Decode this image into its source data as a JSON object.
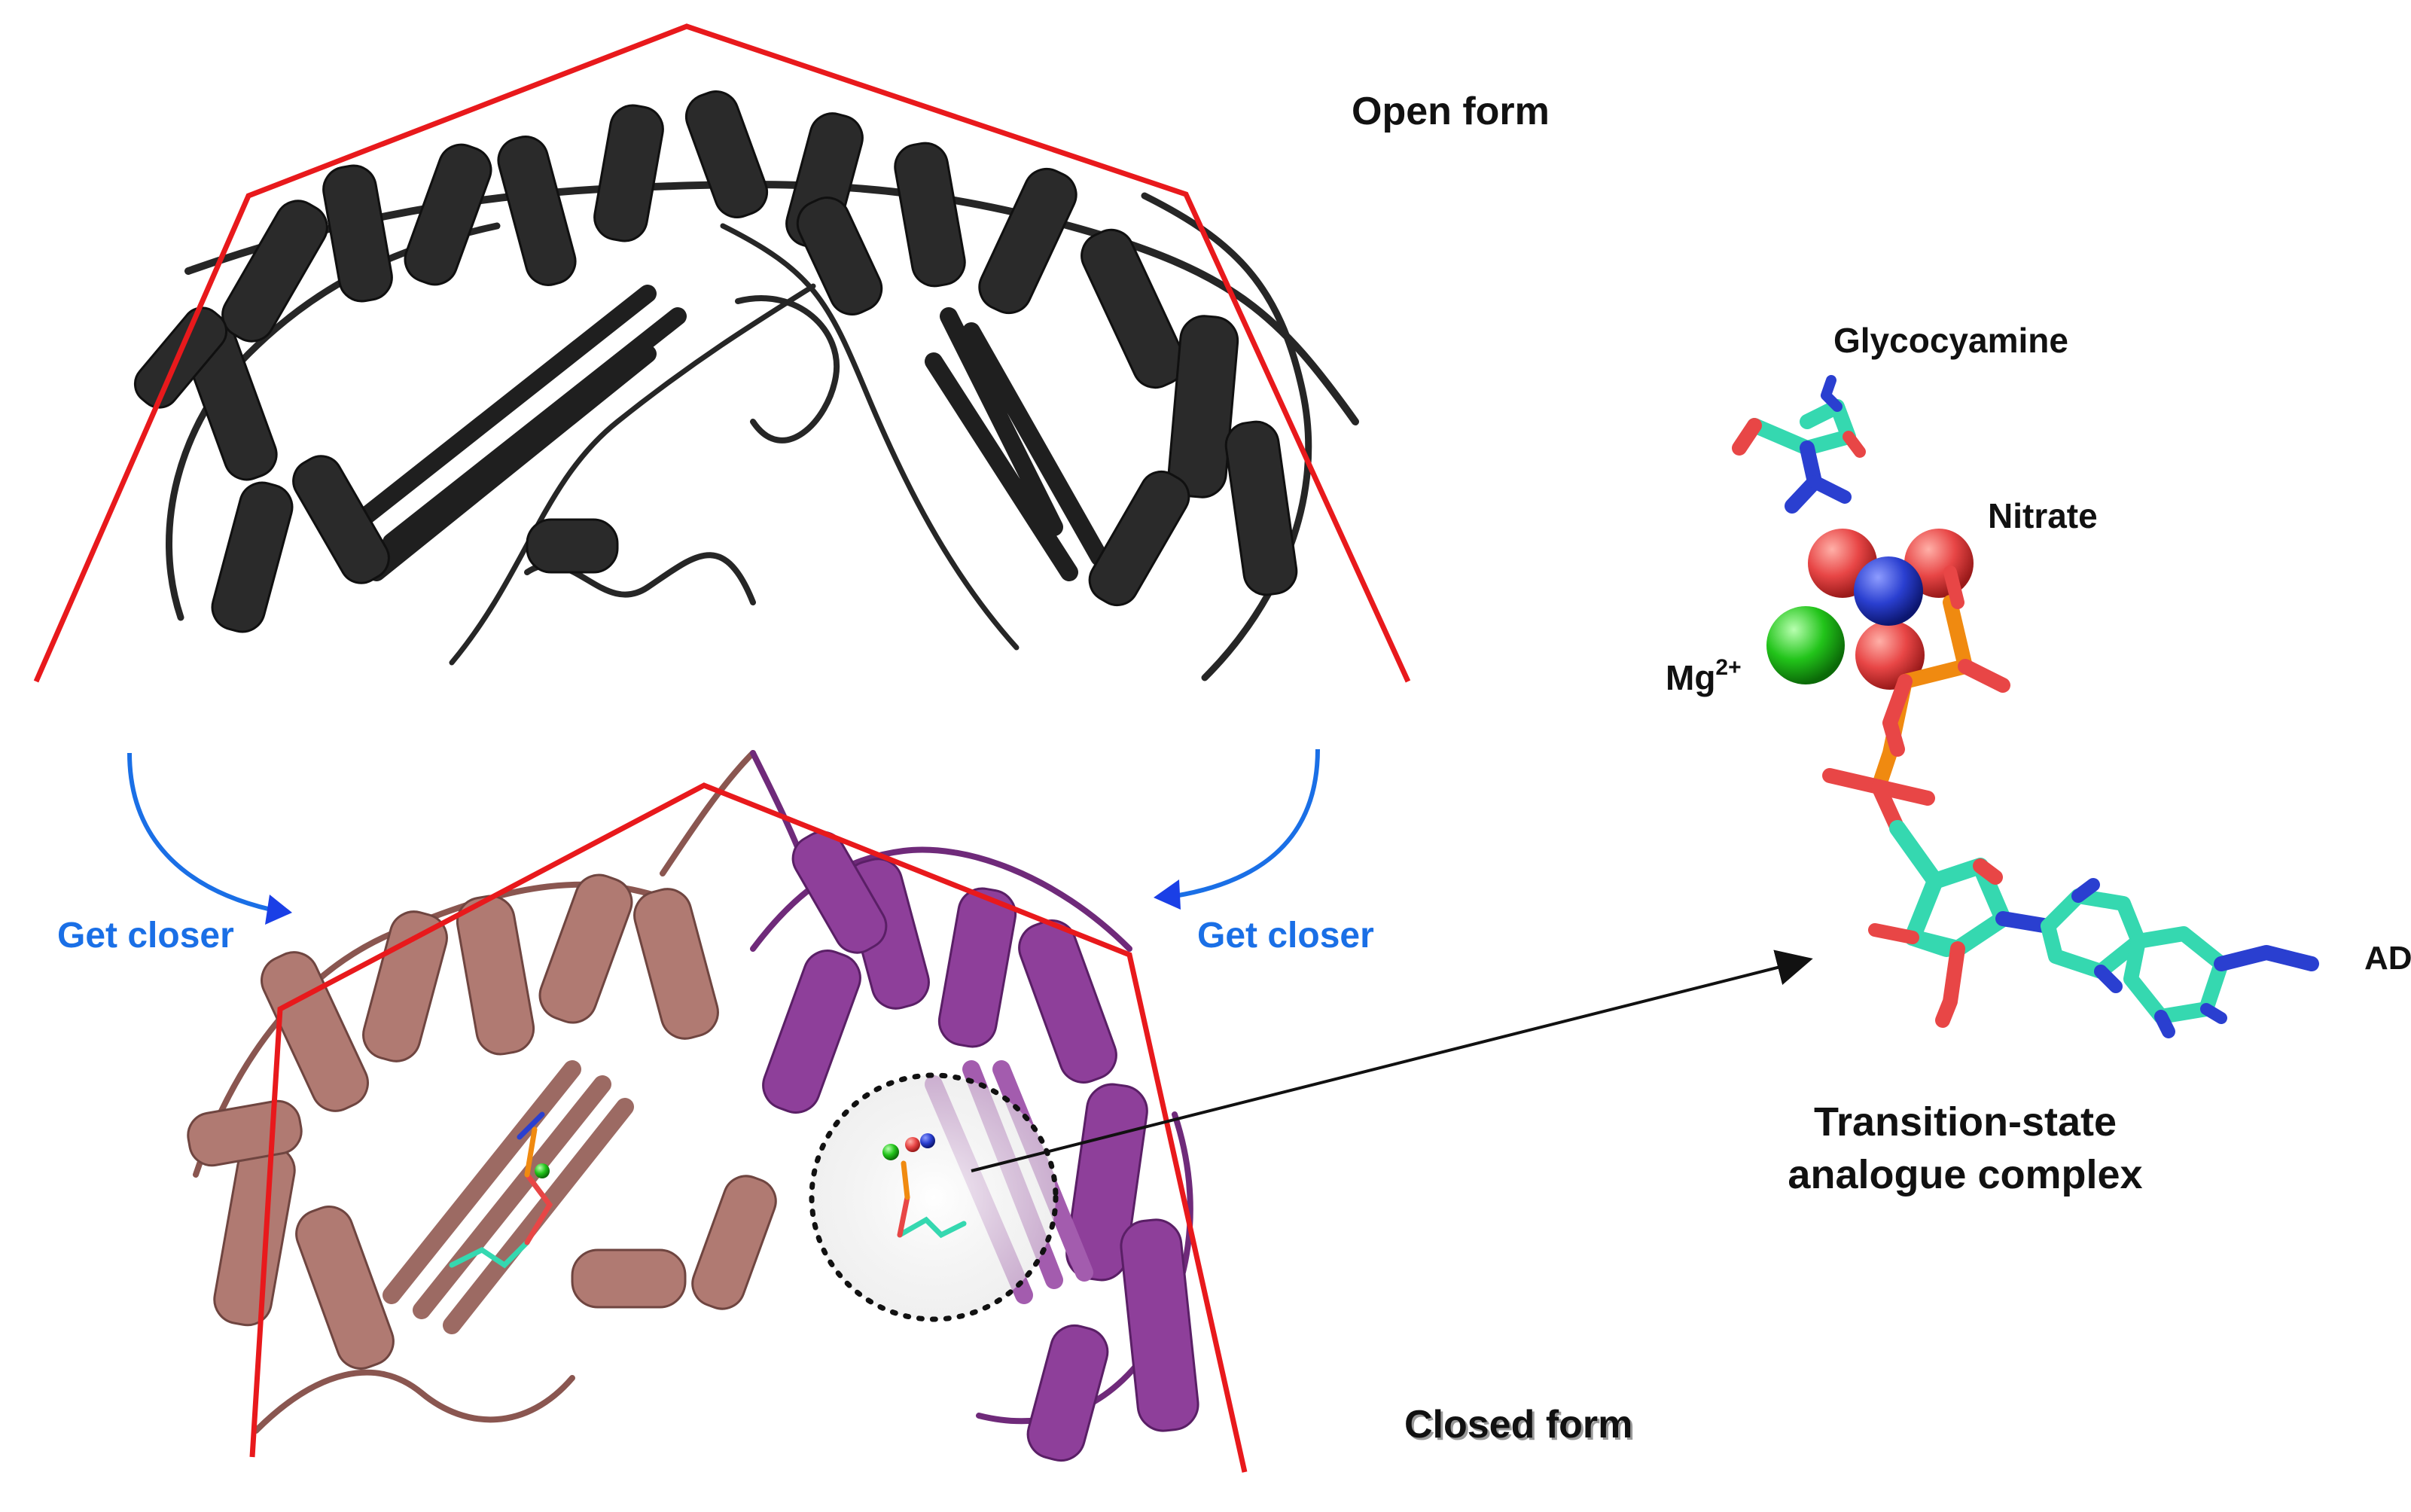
{
  "labels": {
    "open_form": "Open form",
    "closed_form": "Closed form",
    "get_closer_left": "Get closer",
    "get_closer_right": "Get closer",
    "glycocyamine": "Glycocyamine",
    "nitrate": "Nitrate",
    "mg_base": "Mg",
    "mg_charge": "2+",
    "adp": "ADP",
    "transition_state_line1": "Transition-state",
    "transition_state_line2": "analogue complex"
  },
  "colors": {
    "outline_red": "#e8191c",
    "open_protein": "#2b2b2b",
    "closed_domain_left": "#b07a72",
    "closed_domain_right": "#8e3f9a",
    "arrow_blue": "#1a6fe6",
    "carbon": "#35d8b0",
    "oxygen": "#e84646",
    "nitrogen": "#2a3fd0",
    "phosphorus": "#f08a10",
    "magnesium": "#22c41a"
  }
}
